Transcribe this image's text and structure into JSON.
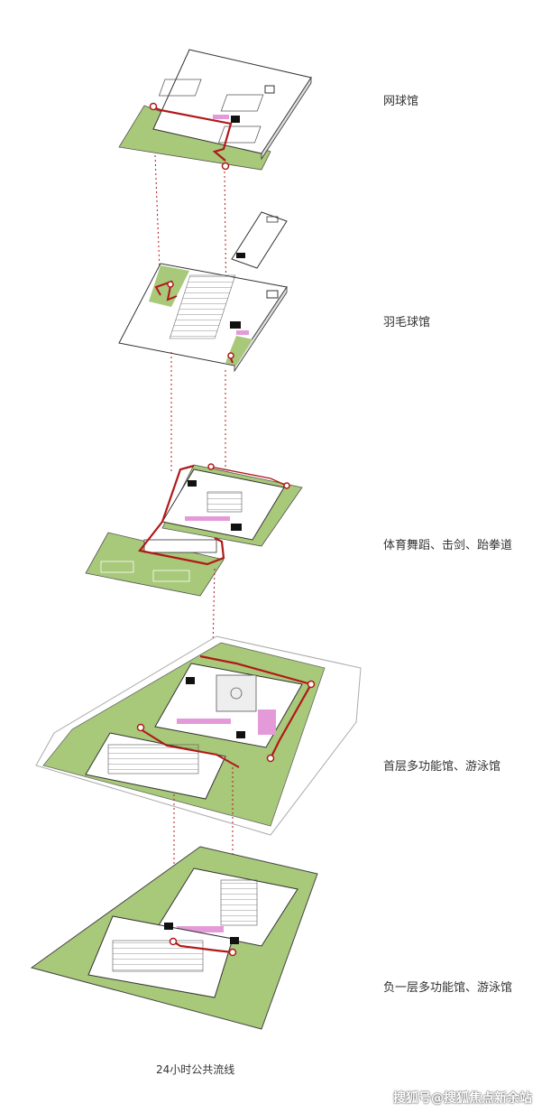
{
  "levels": [
    {
      "label": "网球馆"
    },
    {
      "label": "羽毛球馆"
    },
    {
      "label": "体育舞蹈、击剑、跆拳道"
    },
    {
      "label": "首层多功能馆、游泳馆"
    },
    {
      "label": "负一层多功能馆、游泳馆"
    }
  ],
  "caption": "24小时公共流线",
  "watermark": "搜狐号@搜狐焦点新余站",
  "colors": {
    "green": "#a8c87a",
    "path": "#b01818",
    "pink": "#e49ad8",
    "outline": "#333333"
  }
}
